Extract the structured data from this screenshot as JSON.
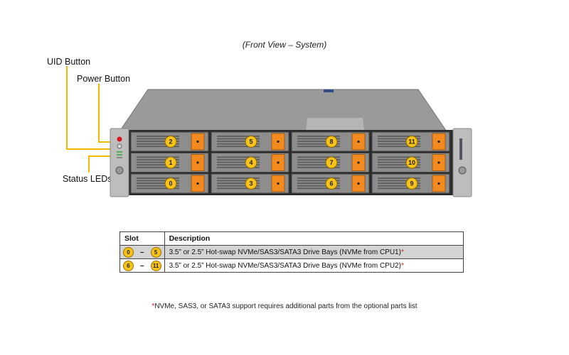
{
  "caption": "(Front View – System)",
  "callouts": {
    "uid_button": "UID Button",
    "power_button": "Power Button",
    "status_leds": "Status LEDs"
  },
  "bays": [
    "0",
    "1",
    "2",
    "3",
    "4",
    "5",
    "6",
    "7",
    "8",
    "9",
    "10",
    "11"
  ],
  "table": {
    "headers": [
      "Slot",
      "Description"
    ],
    "rows": [
      {
        "slot_from": "0",
        "dash": "–",
        "slot_to": "5",
        "description": "3.5” or 2.5” Hot-swap NVMe/SAS3/SATA3 Drive  Bays (NVMe from CPU1)",
        "mark": "*"
      },
      {
        "slot_from": "6",
        "dash": "–",
        "slot_to": "11",
        "description": "3.5” or 2.5” Hot-swap NVMe/SAS3/SATA3 Drive  Bays (NVMe from CPU2)",
        "mark": "*"
      }
    ]
  },
  "footnote": {
    "mark": "*",
    "text": "NVMe, SAS3, or SATA3 support requires additional parts from the optional parts list"
  },
  "colors": {
    "callout_line": "#f5b800",
    "badge": "#f7c21a",
    "tray_tab": "#f28a1f",
    "footnote_mark": "#d32020"
  }
}
